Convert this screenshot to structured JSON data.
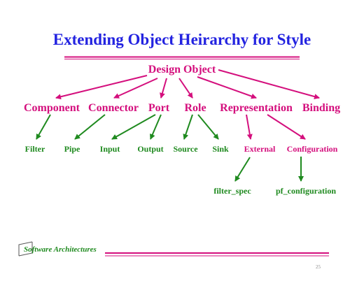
{
  "slide": {
    "title": "Extending Object Heirarchy for Style",
    "footer": "Software Architectures",
    "page_number": "25"
  },
  "tree": {
    "root": "Design Object",
    "level1": [
      "Component",
      "Connector",
      "Port",
      "Role",
      "Representation",
      "Binding"
    ],
    "level2": [
      "Filter",
      "Pipe",
      "Input",
      "Output",
      "Source",
      "Sink",
      "External",
      "Configuration"
    ],
    "level3": [
      "filter_spec",
      "pf_configuration"
    ]
  },
  "colors": {
    "title": "#2323e0",
    "magenta": "#d40f7d",
    "green": "#1f8a1f"
  }
}
